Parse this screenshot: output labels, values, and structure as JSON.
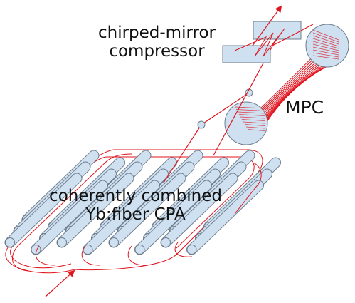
{
  "labels": {
    "compressor": [
      "chirped-mirror",
      "compressor"
    ],
    "mpc": "MPC",
    "cpa": [
      "coherently combined",
      "Yb:fiber CPA"
    ]
  },
  "colors": {
    "beam": "#e0141e",
    "optic_fill": "#cfe0f1",
    "optic_stroke": "#6c7c8c",
    "text": "#111111"
  },
  "fiber_array": {
    "rows": 3,
    "fibers_per_row": 8
  }
}
